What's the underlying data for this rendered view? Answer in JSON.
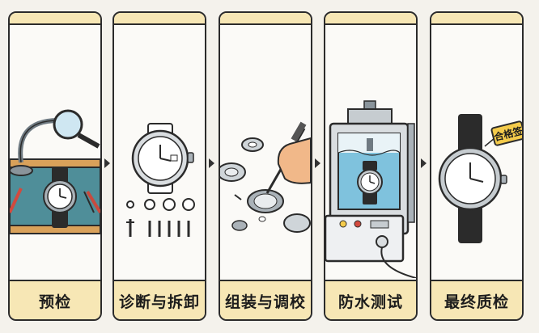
{
  "steps": [
    {
      "label": "预检",
      "icon": "magnifier-inspection-icon"
    },
    {
      "label": "诊断与拆卸",
      "icon": "disassembled-parts-icon"
    },
    {
      "label": "组装与调校",
      "icon": "screwdriver-assembly-icon"
    },
    {
      "label": "防水测试",
      "icon": "water-tank-icon"
    },
    {
      "label": "最终质检",
      "icon": "quality-pass-icon"
    }
  ],
  "badge": {
    "text": "合格签"
  },
  "colors": {
    "cream": "#f7e7b5",
    "teal": "#4f8e99",
    "wood": "#d9a15a",
    "water": "#7fc2dd",
    "tag": "#f4cb4b"
  }
}
